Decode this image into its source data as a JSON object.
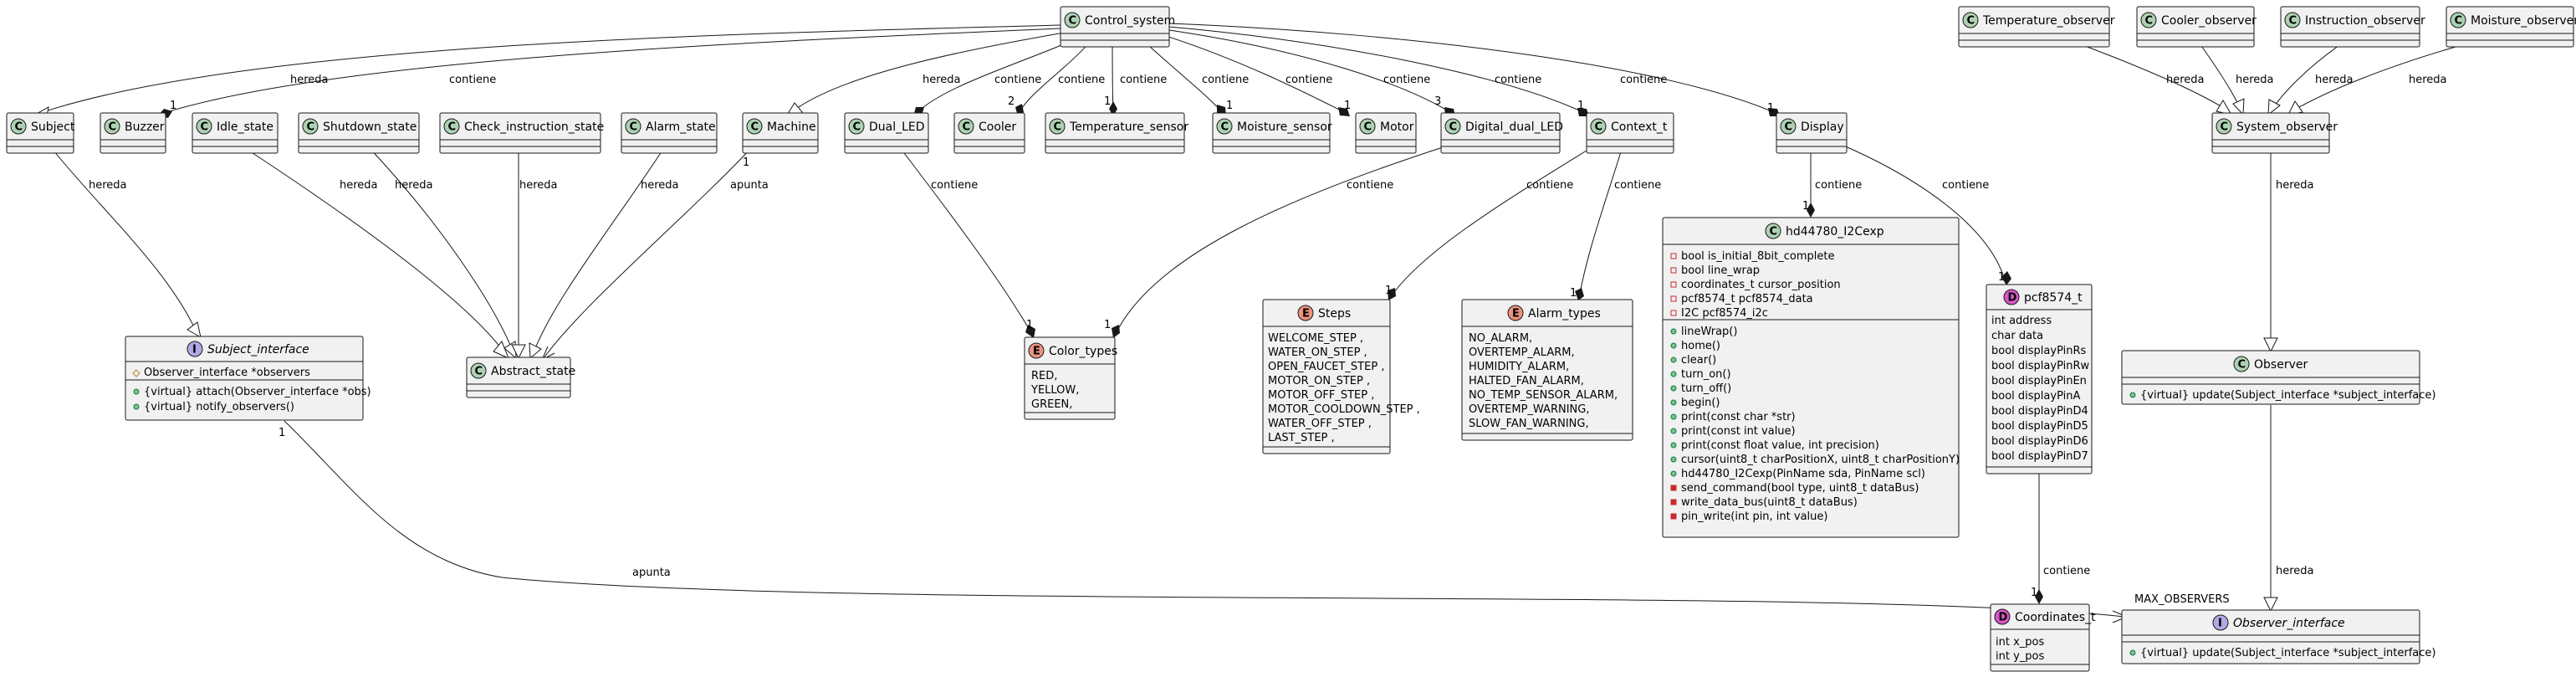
{
  "classes": {
    "control_system": {
      "name": "Control_system",
      "kind": "C"
    },
    "subject": {
      "name": "Subject",
      "kind": "C"
    },
    "buzzer": {
      "name": "Buzzer",
      "kind": "C"
    },
    "idle_state": {
      "name": "Idle_state",
      "kind": "C"
    },
    "shutdown_state": {
      "name": "Shutdown_state",
      "kind": "C"
    },
    "check_instruction_state": {
      "name": "Check_instruction_state",
      "kind": "C"
    },
    "alarm_state": {
      "name": "Alarm_state",
      "kind": "C"
    },
    "machine": {
      "name": "Machine",
      "kind": "C"
    },
    "dual_led": {
      "name": "Dual_LED",
      "kind": "C"
    },
    "cooler": {
      "name": "Cooler",
      "kind": "C"
    },
    "temperature_sensor": {
      "name": "Temperature_sensor",
      "kind": "C"
    },
    "moisture_sensor": {
      "name": "Moisture_sensor",
      "kind": "C"
    },
    "motor": {
      "name": "Motor",
      "kind": "C"
    },
    "digital_dual_led": {
      "name": "Digital_dual_LED",
      "kind": "C"
    },
    "context_t": {
      "name": "Context_t",
      "kind": "C"
    },
    "display": {
      "name": "Display",
      "kind": "C"
    },
    "temperature_observer": {
      "name": "Temperature_observer",
      "kind": "C"
    },
    "cooler_observer": {
      "name": "Cooler_observer",
      "kind": "C"
    },
    "instruction_observer": {
      "name": "Instruction_observer",
      "kind": "C"
    },
    "moisture_observer": {
      "name": "Moisture_observer",
      "kind": "C"
    },
    "system_observer": {
      "name": "System_observer",
      "kind": "C"
    },
    "abstract_state": {
      "name": "Abstract_state",
      "kind": "C"
    },
    "subject_interface": {
      "name": "Subject_interface",
      "kind": "I",
      "fields": [
        "Observer_interface *observers"
      ],
      "methods": [
        "{virtual} attach(Observer_interface *obs)",
        "{virtual} notify_observers()"
      ]
    },
    "color_types": {
      "name": "Color_types",
      "kind": "E",
      "fields": [
        "RED,",
        "YELLOW,",
        "GREEN,"
      ]
    },
    "steps": {
      "name": "Steps",
      "kind": "E",
      "fields": [
        "WELCOME_STEP ,",
        "WATER_ON_STEP ,",
        "OPEN_FAUCET_STEP ,",
        "MOTOR_ON_STEP ,",
        "MOTOR_OFF_STEP ,",
        "MOTOR_COOLDOWN_STEP ,",
        "WATER_OFF_STEP ,",
        "LAST_STEP ,"
      ]
    },
    "alarm_types": {
      "name": "Alarm_types",
      "kind": "E",
      "fields": [
        "NO_ALARM,",
        "OVERTEMP_ALARM,",
        "HUMIDITY_ALARM,",
        "HALTED_FAN_ALARM,",
        "NO_TEMP_SENSOR_ALARM,",
        "OVERTEMP_WARNING,",
        "SLOW_FAN_WARNING,"
      ]
    },
    "hd44780": {
      "name": "hd44780_I2Cexp",
      "kind": "C",
      "fields": [
        "bool is_initial_8bit_complete",
        "bool line_wrap",
        "coordinates_t cursor_position",
        "pcf8574_t pcf8574_data",
        "I2C pcf8574_i2c"
      ],
      "methods": [
        "lineWrap()",
        "home()",
        "clear()",
        "turn_on()",
        "turn_off()",
        "begin()",
        "print(const char *str)",
        "print(const int value)",
        "print(const float value, int precision)",
        "cursor(uint8_t charPositionX, uint8_t charPositionY)",
        "hd44780_I2Cexp(PinName sda, PinName scl)",
        "send_command(bool type, uint8_t dataBus)",
        "write_data_bus(uint8_t dataBus)",
        "pin_write(int pin, int value)"
      ]
    },
    "pcf8574_t": {
      "name": "pcf8574_t",
      "kind": "D",
      "fields": [
        "int address",
        "char data",
        "bool displayPinRs",
        "bool displayPinRw",
        "bool displayPinEn",
        "bool displayPinA",
        "bool displayPinD4",
        "bool displayPinD5",
        "bool displayPinD6",
        "bool displayPinD7"
      ]
    },
    "observer": {
      "name": "Observer",
      "kind": "C",
      "methods": [
        "{virtual} update(Subject_interface *subject_interface)"
      ]
    },
    "coordinates_t": {
      "name": "Coordinates_t",
      "kind": "D",
      "fields": [
        "int x_pos",
        "int y_pos"
      ]
    },
    "observer_interface": {
      "name": "Observer_interface",
      "kind": "I",
      "methods": [
        "{virtual} update(Subject_interface *subject_interface)"
      ]
    }
  },
  "relations": {
    "hereda": "hereda",
    "contiene": "contiene",
    "apunta": "apunta",
    "mult_1": "1",
    "mult_2": "2",
    "mult_3": "3",
    "max_observers": "MAX_OBSERVERS"
  },
  "colors": {
    "class_fill": "#f1f1f1",
    "border": "#181818",
    "class_circle": "#add1b2",
    "interface_circle": "#b4a7e5",
    "enum_circle": "#eb937f",
    "datatype_circle": "#d755c8"
  }
}
